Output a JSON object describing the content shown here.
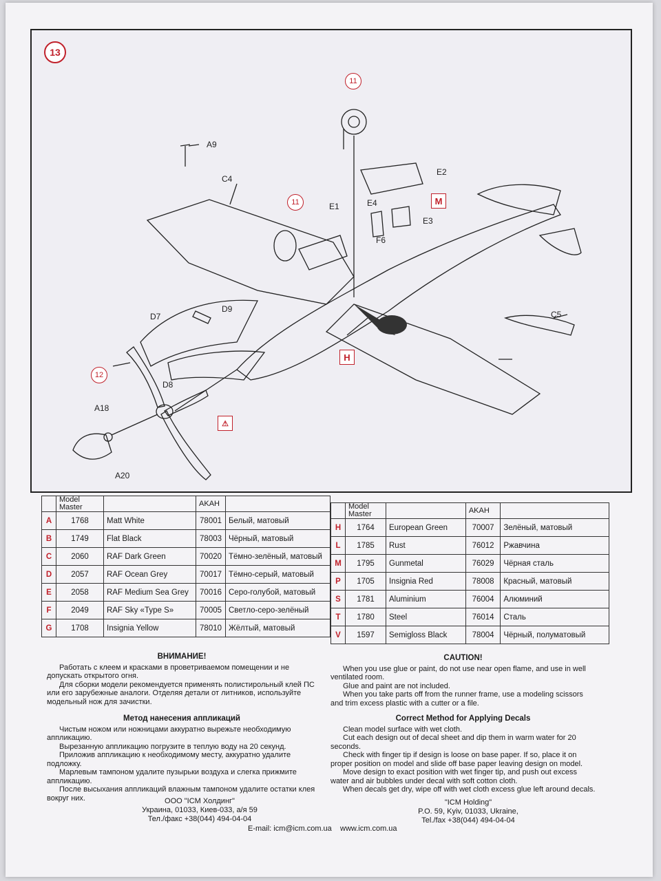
{
  "step": {
    "number": "13"
  },
  "parts": {
    "A9": "A9",
    "C4": "C4",
    "E2": "E2",
    "E1": "E1",
    "E4": "E4",
    "E3": "E3",
    "F6": "F6",
    "D9": "D9",
    "D7": "D7",
    "C5": "C5",
    "D8": "D8",
    "A18": "A18",
    "A20": "A20"
  },
  "callouts": {
    "sub11a": "11",
    "sub11b": "11",
    "sub12": "12",
    "paint_M": "M",
    "paint_H": "H"
  },
  "table": {
    "headers": {
      "model_master": "Model\nMaster",
      "akan": "AKAH"
    },
    "left": [
      {
        "code": "A",
        "mm": "1768",
        "name": "Matt White",
        "akan": "78001",
        "ru": "Белый, матовый"
      },
      {
        "code": "B",
        "mm": "1749",
        "name": "Flat Black",
        "akan": "78003",
        "ru": "Чёрный, матовый"
      },
      {
        "code": "C",
        "mm": "2060",
        "name": "RAF Dark Green",
        "akan": "70020",
        "ru": "Тёмно-зелёный, матовый"
      },
      {
        "code": "D",
        "mm": "2057",
        "name": "RAF Ocean Grey",
        "akan": "70017",
        "ru": "Тёмно-серый, матовый"
      },
      {
        "code": "E",
        "mm": "2058",
        "name": "RAF Medium Sea Grey",
        "akan": "70016",
        "ru": "Серо-голубой, матовый"
      },
      {
        "code": "F",
        "mm": "2049",
        "name": "RAF Sky «Type S»",
        "akan": "70005",
        "ru": "Светло-серо-зелёный"
      },
      {
        "code": "G",
        "mm": "1708",
        "name": "Insignia Yellow",
        "akan": "78010",
        "ru": "Жёлтый, матовый"
      }
    ],
    "right": [
      {
        "code": "H",
        "mm": "1764",
        "name": "European Green",
        "akan": "70007",
        "ru": "Зелёный, матовый"
      },
      {
        "code": "L",
        "mm": "1785",
        "name": "Rust",
        "akan": "76012",
        "ru": "Ржавчина"
      },
      {
        "code": "M",
        "mm": "1795",
        "name": "Gunmetal",
        "akan": "76029",
        "ru": "Чёрная сталь"
      },
      {
        "code": "P",
        "mm": "1705",
        "name": "Insignia Red",
        "akan": "78008",
        "ru": "Красный, матовый"
      },
      {
        "code": "S",
        "mm": "1781",
        "name": "Aluminium",
        "akan": "76004",
        "ru": "Алюминий"
      },
      {
        "code": "T",
        "mm": "1780",
        "name": "Steel",
        "akan": "76014",
        "ru": "Сталь"
      },
      {
        "code": "V",
        "mm": "1597",
        "name": "Semigloss Black",
        "akan": "78004",
        "ru": "Чёрный, полуматовый"
      }
    ]
  },
  "ru": {
    "warning_title": "ВНИМАНИЕ!",
    "warning_paras": [
      "Работать с клеем и красками в проветриваемом помещении и не допускать открытого огня.",
      "Для сборки модели рекомендуется применять полистирольный клей ПС или его зарубежные аналоги. Отделяя детали от литников, используйте модельный нож для зачистки."
    ],
    "decal_title": "Метод нанесения аппликаций",
    "decal_paras": [
      "Чистым ножом или ножницами аккуратно вырежьте необходимую аппликацию.",
      "Вырезанную аппликацию погрузите в теплую воду на 20 секунд.",
      "Приложив аппликацию к необходимому месту, аккуратно удалите подложку.",
      "Марлевым тампоном удалите пузырьки воздуха и слегка прижмите аппликацию.",
      "После высыхания аппликаций влажным тампоном удалите остатки клея вокруг них."
    ]
  },
  "en": {
    "caution_title": "CAUTION!",
    "caution_paras": [
      "When you use glue or paint, do not use near open flame, and use in well ventilated room.",
      "Glue and paint are not included.",
      "When you take parts off from the runner frame, use a modeling scissors and trim excess plastic with a cutter or a file."
    ],
    "decal_title": "Correct Method for Applying Decals",
    "decal_paras": [
      "Clean model surface with wet cloth.",
      "Cut each design out of decal sheet and dip them in warm water for 20 seconds.",
      "Check with finger tip if design is loose on base paper. If so, place it on proper position on model and slide off base paper leaving design on model.",
      "Move design to exact position with wet finger tip, and push out excess water and air bubbles under decal with soft cotton cloth.",
      "When decals get dry, wipe off with wet cloth excess glue left around decals."
    ]
  },
  "footer": {
    "ru_company": "ООО \"ICM Холдинг\"",
    "ru_address": "Украина, 01033, Киев-033, а/я 59",
    "ru_phone": "Тел./факс +38(044) 494-04-04",
    "en_company": "\"ICM Holding\"",
    "en_address": "P.O. 59, Kyiv, 01033, Ukraine,",
    "en_phone": "Tel./fax +38(044) 494-04-04",
    "email": "E-mail: icm@icm.com.ua",
    "web": "www.icm.com.ua"
  },
  "colors": {
    "accent_red": "#c0202a",
    "ink": "#1a1a1a",
    "paper": "#f4f3f6"
  }
}
